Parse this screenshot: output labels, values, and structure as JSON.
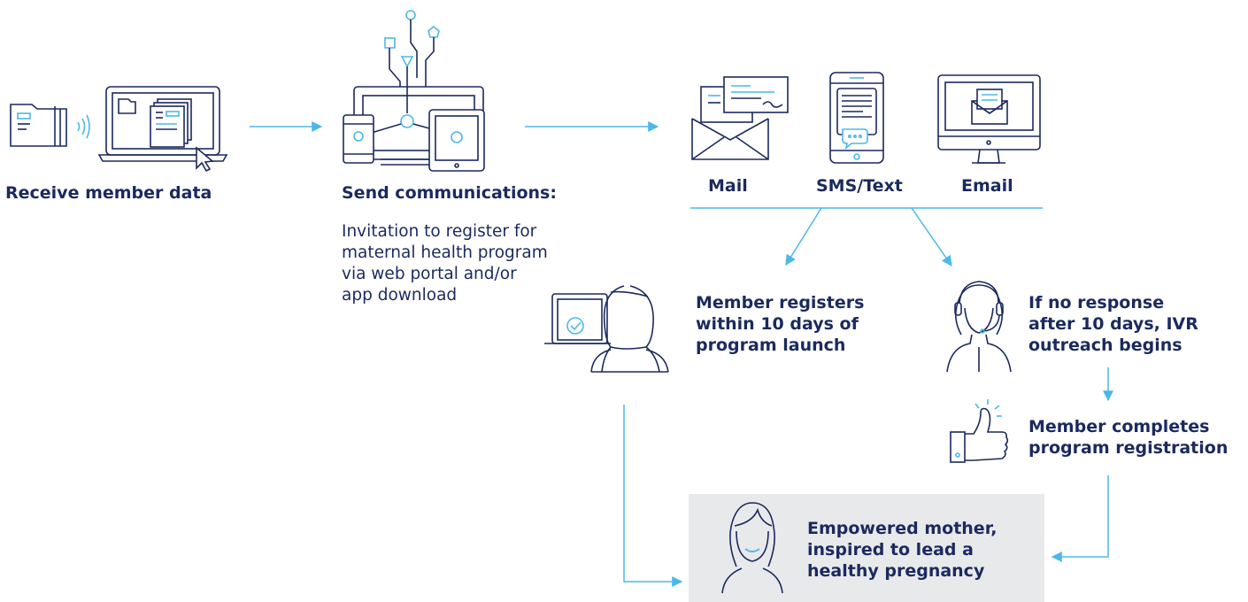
{
  "steps": {
    "receive": "Receive member data",
    "send": "Send communications:",
    "send_description": [
      "Invitation to register for",
      "maternal health program",
      "via web portal and/or",
      "app download"
    ]
  },
  "channels": [
    "Mail",
    "SMS/Text",
    "Email"
  ],
  "outcomes": {
    "registers": [
      "Member registers",
      "within 10 days of",
      "program launch"
    ],
    "no_response": [
      "If no response",
      "after 10 days, IVR",
      "outreach begins"
    ],
    "completes": [
      "Member completes",
      "program registration"
    ],
    "result": [
      "Empowered mother,",
      "inspired to lead a",
      "healthy pregnancy"
    ]
  },
  "colors": {
    "navy": "#1b2a5e",
    "blue": "#4cb8e8",
    "box": "#e8e9ea"
  },
  "icons": [
    "folder-icon",
    "laptop-icon",
    "devices-network-icon",
    "mail-icon",
    "phone-icon",
    "monitor-icon",
    "woman-laptop-icon",
    "headset-agent-icon",
    "thumbs-up-icon",
    "mother-icon"
  ]
}
